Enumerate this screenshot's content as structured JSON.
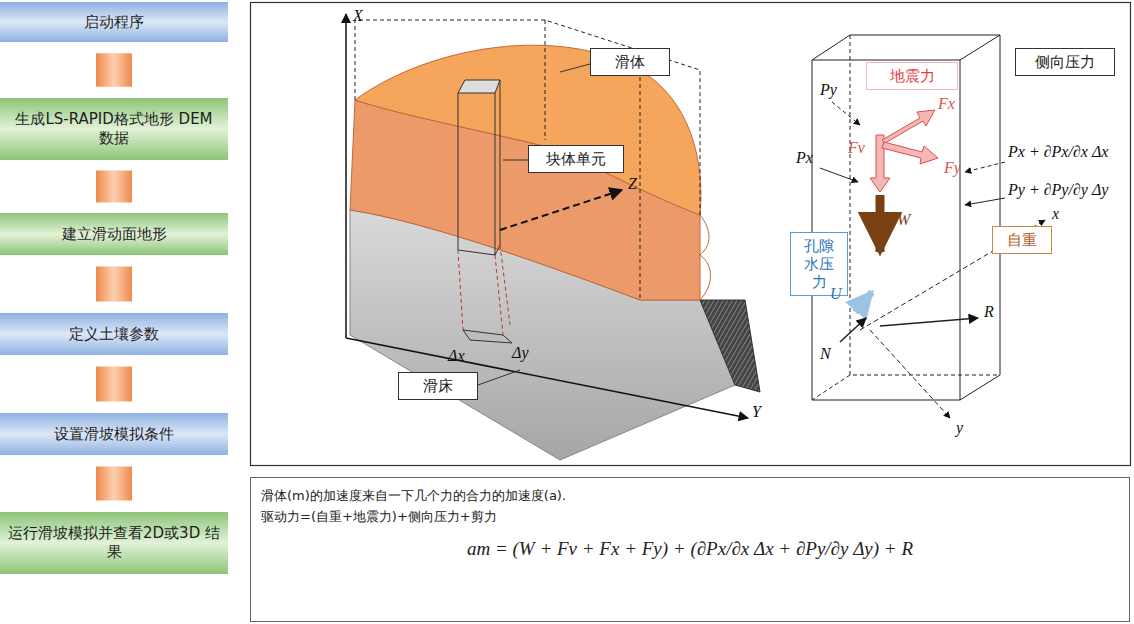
{
  "diagram": {
    "nodes": [
      {
        "text": [
          "启动程序"
        ]
      },
      {
        "text": [
          "生成LS-RAPID格式地形 DEM数据"
        ]
      },
      {
        "text": [
          "建立滑动面地形"
        ]
      },
      {
        "text": [
          "定义土壤参数"
        ]
      },
      {
        "text": [
          "设置滑坡模拟条件"
        ]
      },
      {
        "text": [
          "运行滑坡模拟并查看2D或3D 结果"
        ]
      },
      {
        "text": [
          "滑体"
        ]
      },
      {
        "text": [
          "块体单元"
        ]
      },
      {
        "text": [
          "滑床"
        ]
      },
      {
        "text": [
          "侧向压力"
        ]
      },
      {
        "text": [
          "地震力"
        ]
      },
      {
        "text": [
          "自重"
        ]
      },
      {
        "text": [
          "孔隙水压力"
        ]
      },
      {
        "text": [
          "滑体(m)的加速度来自一下几个力的合力的加速度(a).",
          "驱动力=(自重+地震力)+侧向压力+剪力",
          "am = (W + Fv + Fx + Fy) + (∂Px/∂x Δx + ∂Py/∂y Δy) + R"
        ]
      }
    ],
    "edges": [
      {
        "from": 0,
        "to": 1,
        "arrow": "none"
      },
      {
        "from": 1,
        "to": 2,
        "arrow": "none"
      },
      {
        "from": 2,
        "to": 3,
        "arrow": "none"
      },
      {
        "from": 3,
        "to": 4,
        "arrow": "none"
      },
      {
        "from": 4,
        "to": 5,
        "arrow": "none"
      }
    ],
    "labels": [
      "X",
      "Z",
      "Y",
      "Δx",
      "Δy",
      "Py",
      "Px",
      "Px + ∂Px/∂x Δx",
      "Py + ∂Py/∂y Δy",
      "Fv",
      "Fx",
      "Fy",
      "W",
      "U",
      "R",
      "N",
      "x",
      "y"
    ]
  }
}
